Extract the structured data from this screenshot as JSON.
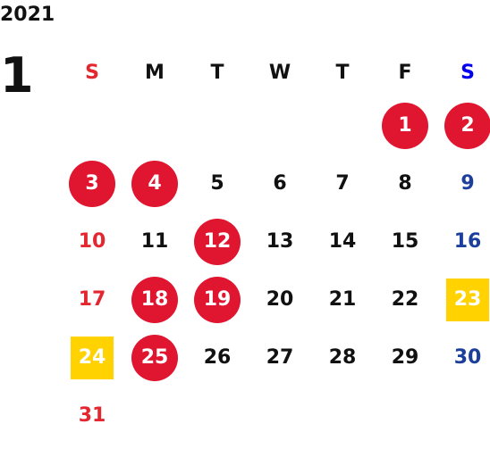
{
  "year": "2021",
  "month": "1",
  "weekdays": [
    "S",
    "M",
    "T",
    "W",
    "T",
    "F",
    "S"
  ],
  "weeks": [
    [
      null,
      null,
      null,
      null,
      null,
      {
        "d": "1",
        "mark": "red"
      },
      {
        "d": "2",
        "mark": "red"
      }
    ],
    [
      {
        "d": "3",
        "mark": "red"
      },
      {
        "d": "4",
        "mark": "red"
      },
      {
        "d": "5"
      },
      {
        "d": "6"
      },
      {
        "d": "7"
      },
      {
        "d": "8"
      },
      {
        "d": "9"
      }
    ],
    [
      {
        "d": "10"
      },
      {
        "d": "11"
      },
      {
        "d": "12",
        "mark": "red"
      },
      {
        "d": "13"
      },
      {
        "d": "14"
      },
      {
        "d": "15"
      },
      {
        "d": "16"
      }
    ],
    [
      {
        "d": "17"
      },
      {
        "d": "18",
        "mark": "red"
      },
      {
        "d": "19",
        "mark": "red"
      },
      {
        "d": "20"
      },
      {
        "d": "21"
      },
      {
        "d": "22"
      },
      {
        "d": "23",
        "mark": "yellow"
      }
    ],
    [
      {
        "d": "24",
        "mark": "yellow"
      },
      {
        "d": "25",
        "mark": "red"
      },
      {
        "d": "26"
      },
      {
        "d": "27"
      },
      {
        "d": "28"
      },
      {
        "d": "29"
      },
      {
        "d": "30"
      }
    ],
    [
      {
        "d": "31"
      },
      null,
      null,
      null,
      null,
      null,
      null
    ]
  ],
  "colors": {
    "holiday_red": "#e0152f",
    "special_yellow": "#ffd200",
    "sunday_text": "#e3262f",
    "saturday_text": "#1c3f9c",
    "saturday_header": "#0000ee"
  }
}
